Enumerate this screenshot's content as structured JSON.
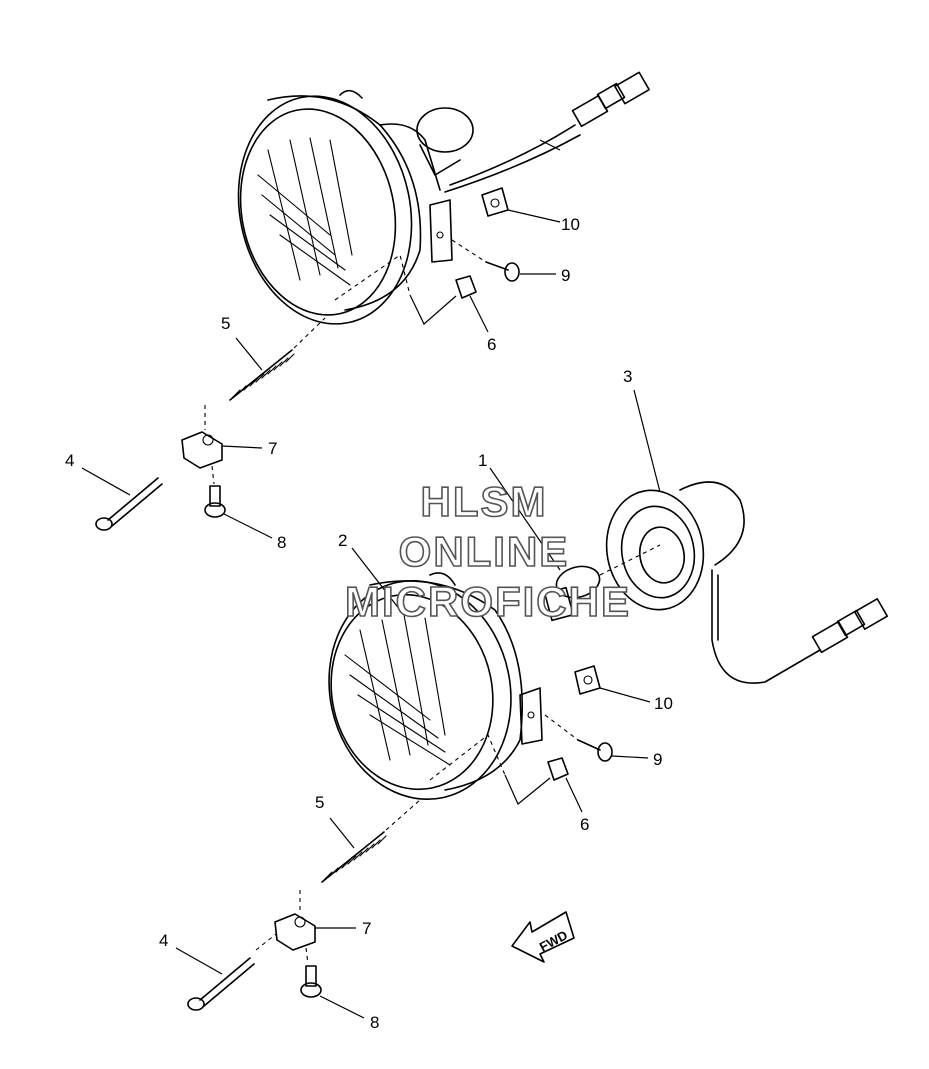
{
  "watermark": {
    "line1": "HLSM",
    "line2": "ONLINE",
    "line3": "MICROFICHE"
  },
  "direction_arrow": {
    "label": "FWD"
  },
  "callouts": {
    "upper": {
      "c10": "10",
      "c9": "9",
      "c6": "6",
      "c5": "5",
      "c7": "7",
      "c4": "4",
      "c8": "8"
    },
    "lower": {
      "c1": "1",
      "c2": "2",
      "c3": "3",
      "c10": "10",
      "c9": "9",
      "c6": "6",
      "c5": "5",
      "c7": "7",
      "c4": "4",
      "c8": "8"
    }
  },
  "colors": {
    "line": "#000000",
    "background": "#ffffff",
    "watermark_outline": "#555555"
  }
}
